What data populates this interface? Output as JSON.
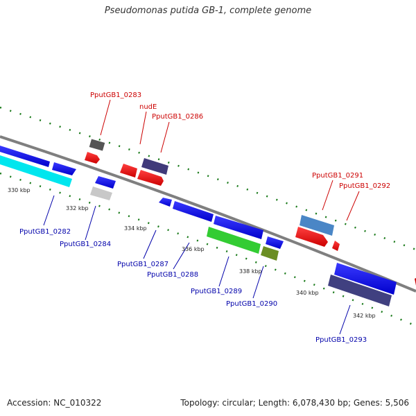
{
  "title": "Pseudomonas putida GB-1, complete genome",
  "footer": {
    "accession": "Accession: NC_010322",
    "summary": "Topology: circular; Length: 6,078,430 bp; Genes: 5,506"
  },
  "ticks": [
    "330 kbp",
    "332 kbp",
    "334 kbp",
    "336 kbp",
    "338 kbp",
    "340 kbp",
    "342 kbp"
  ],
  "colors": {
    "forward_label": "#cc0000",
    "reverse_label": "#0000aa",
    "backbone": "#808080",
    "tick_marks": "#1a7a1a"
  },
  "forward_labels": [
    "PputGB1_0283",
    "nudE",
    "PputGB1_0286",
    "PputGB1_0291",
    "PputGB1_0292"
  ],
  "reverse_labels": [
    "PputGB1_0282",
    "PputGB1_0284",
    "PputGB1_0287",
    "PputGB1_0288",
    "PputGB1_0289",
    "PputGB1_0290",
    "PputGB1_0293"
  ]
}
